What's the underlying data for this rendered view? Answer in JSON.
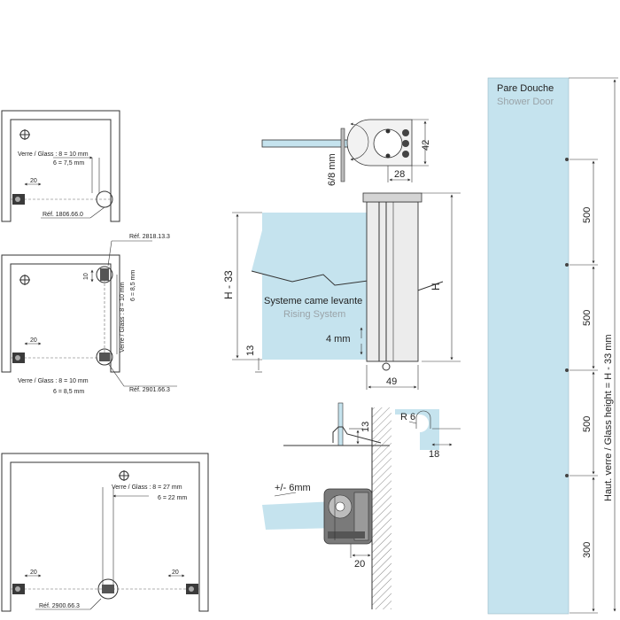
{
  "colors": {
    "glass": "#c5e3ee",
    "line": "#333333",
    "metal": "#6f6f6f",
    "subtitle": "#9aa3a8"
  },
  "plans": {
    "plan1": {
      "glass_label": "Verre / Glass : 8 = 10 mm",
      "glass_label2": "6 = 7,5 mm",
      "dim": "20",
      "ref": "Réf. 1806.66.0"
    },
    "plan2": {
      "ref_top": "Réf. 2818.13.3",
      "dim_10": "10",
      "vert_label": "Verre / Glass : 8 = 10 mm",
      "vert_label2": "6 = 8,5 mm",
      "dim": "20",
      "glass_label": "Verre / Glass : 8 = 10 mm",
      "glass_label2": "6 = 8,5 mm",
      "ref": "Réf. 2901.66.3"
    },
    "plan3": {
      "glass_label": "Verre / Glass : 8 = 27 mm",
      "glass_label2": "6 = 22 mm",
      "dim_left": "20",
      "dim_right": "20",
      "ref": "Réf. 2900.66.3"
    }
  },
  "top_view": {
    "dim_42": "42",
    "dim_28": "28",
    "thickness": "6/8 mm"
  },
  "elevation": {
    "h_minus": "H - 33",
    "h": "H",
    "dim_13": "13",
    "dim_49": "49",
    "rise": "4 mm",
    "title": "Systeme came levante",
    "subtitle": "Rising System"
  },
  "details": {
    "dim_13": "13",
    "offset": "+/- 6mm",
    "dim_20": "20",
    "radius": "R 6",
    "dim_18": "18"
  },
  "door_panel": {
    "title": "Pare Douche",
    "subtitle": "Shower Door",
    "segments": [
      "500",
      "500",
      "500",
      "300"
    ],
    "side_label": "Haut. verre  / Glass height = H - 33 mm"
  }
}
